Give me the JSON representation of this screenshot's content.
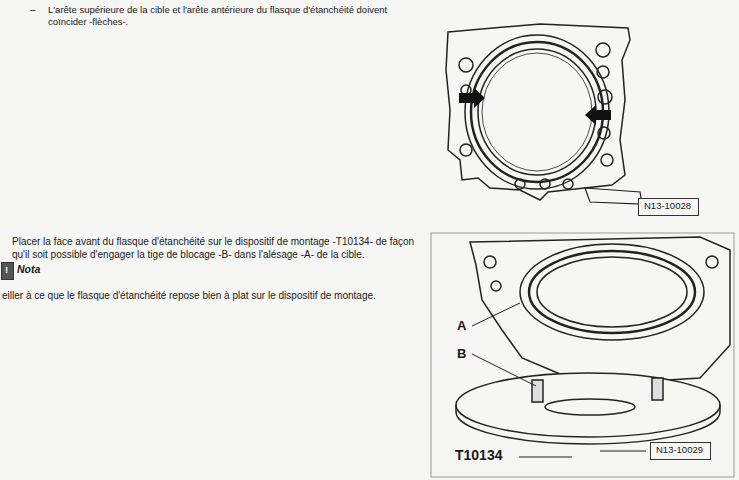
{
  "diagram": {
    "nodes": [
      {
        "text": [
          "N13-10028"
        ]
      },
      {
        "text": [
          "!"
        ]
      },
      {
        "text": [
          "N13-10029"
        ]
      }
    ],
    "labels": [
      "–",
      "L'arête supérieure de la cible et l'arête antérieure du flasque d'étanchéité doivent coïncider -flèches-.",
      "Placer la face avant du flasque d'étanchéité sur le dispositif de montage -T10134- de façon qu'il soit possible d'engager la tige de blocage -B- dans l'alésage -A- de la cible.",
      "Nota",
      "eiller à ce que le flasque d'étanchéité repose bien à plat sur le dispositif de montage.",
      "A",
      "B",
      "T10134"
    ]
  }
}
